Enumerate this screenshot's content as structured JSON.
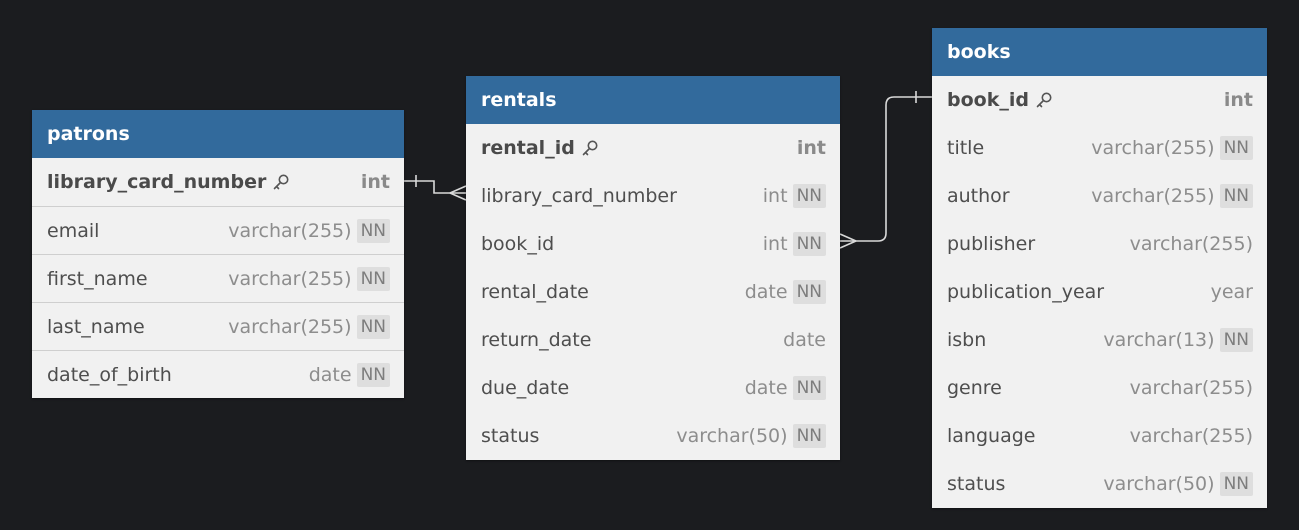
{
  "tables": {
    "patrons": {
      "name": "patrons",
      "fields": [
        {
          "name": "library_card_number",
          "type": "int",
          "pk": true,
          "nn": ""
        },
        {
          "name": "email",
          "type": "varchar(255)",
          "pk": false,
          "nn": "NN"
        },
        {
          "name": "first_name",
          "type": "varchar(255)",
          "pk": false,
          "nn": "NN"
        },
        {
          "name": "last_name",
          "type": "varchar(255)",
          "pk": false,
          "nn": "NN"
        },
        {
          "name": "date_of_birth",
          "type": "date",
          "pk": false,
          "nn": "NN"
        }
      ]
    },
    "rentals": {
      "name": "rentals",
      "fields": [
        {
          "name": "rental_id",
          "type": "int",
          "pk": true,
          "nn": ""
        },
        {
          "name": "library_card_number",
          "type": "int",
          "pk": false,
          "nn": "NN"
        },
        {
          "name": "book_id",
          "type": "int",
          "pk": false,
          "nn": "NN"
        },
        {
          "name": "rental_date",
          "type": "date",
          "pk": false,
          "nn": "NN"
        },
        {
          "name": "return_date",
          "type": "date",
          "pk": false,
          "nn": ""
        },
        {
          "name": "due_date",
          "type": "date",
          "pk": false,
          "nn": "NN"
        },
        {
          "name": "status",
          "type": "varchar(50)",
          "pk": false,
          "nn": "NN"
        }
      ]
    },
    "books": {
      "name": "books",
      "fields": [
        {
          "name": "book_id",
          "type": "int",
          "pk": true,
          "nn": ""
        },
        {
          "name": "title",
          "type": "varchar(255)",
          "pk": false,
          "nn": "NN"
        },
        {
          "name": "author",
          "type": "varchar(255)",
          "pk": false,
          "nn": "NN"
        },
        {
          "name": "publisher",
          "type": "varchar(255)",
          "pk": false,
          "nn": ""
        },
        {
          "name": "publication_year",
          "type": "year",
          "pk": false,
          "nn": ""
        },
        {
          "name": "isbn",
          "type": "varchar(13)",
          "pk": false,
          "nn": "NN"
        },
        {
          "name": "genre",
          "type": "varchar(255)",
          "pk": false,
          "nn": ""
        },
        {
          "name": "language",
          "type": "varchar(255)",
          "pk": false,
          "nn": ""
        },
        {
          "name": "status",
          "type": "varchar(50)",
          "pk": false,
          "nn": "NN"
        }
      ]
    }
  },
  "colors": {
    "background": "#1b1c1f",
    "header": "#326a9c",
    "connector": "#d9d9d9"
  }
}
